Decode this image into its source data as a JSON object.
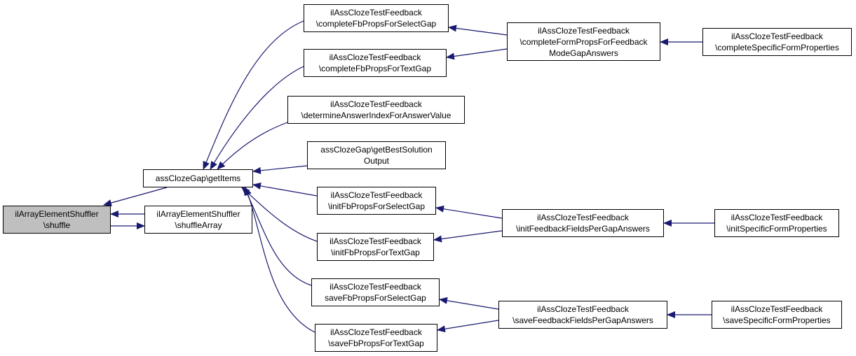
{
  "diagram": {
    "edge_color": "#191970",
    "current_fill": "#bfbfbf",
    "nodes": {
      "shuffle": {
        "l1": "ilArrayElementShuffler",
        "l2": "\\shuffle"
      },
      "shuffleArray": {
        "l1": "ilArrayElementShuffler",
        "l2": "\\shuffleArray"
      },
      "getItems": {
        "l1": "assClozeGap\\getItems"
      },
      "completeSelect": {
        "l1": "ilAssClozeTestFeedback",
        "l2": "\\completeFbPropsForSelectGap"
      },
      "completeText": {
        "l1": "ilAssClozeTestFeedback",
        "l2": "\\completeFbPropsForTextGap"
      },
      "determineIndex": {
        "l1": "ilAssClozeTestFeedback",
        "l2": "\\determineAnswerIndexForAnswerValue"
      },
      "bestSolution": {
        "l1": "assClozeGap\\getBestSolution",
        "l2": "Output"
      },
      "initSelect": {
        "l1": "ilAssClozeTestFeedback",
        "l2": "\\initFbPropsForSelectGap"
      },
      "initText": {
        "l1": "ilAssClozeTestFeedback",
        "l2": "\\initFbPropsForTextGap"
      },
      "saveSelect": {
        "l1": "ilAssClozeTestFeedback",
        "l2": "saveFbPropsForSelectGap"
      },
      "saveText": {
        "l1": "ilAssClozeTestFeedback",
        "l2": "\\saveFbPropsForTextGap"
      },
      "completeFormProps": {
        "l1": "ilAssClozeTestFeedback",
        "l2": "\\completeFormPropsForFeedback",
        "l3": "ModeGapAnswers"
      },
      "initFeedbackFields": {
        "l1": "ilAssClozeTestFeedback",
        "l2": "\\initFeedbackFieldsPerGapAnswers"
      },
      "saveFeedbackFields": {
        "l1": "ilAssClozeTestFeedback",
        "l2": "\\saveFeedbackFieldsPerGapAnswers"
      },
      "completeSpecific": {
        "l1": "ilAssClozeTestFeedback",
        "l2": "\\completeSpecificFormProperties"
      },
      "initSpecific": {
        "l1": "ilAssClozeTestFeedback",
        "l2": "\\initSpecificFormProperties"
      },
      "saveSpecific": {
        "l1": "ilAssClozeTestFeedback",
        "l2": "\\saveSpecificFormProperties"
      }
    }
  }
}
